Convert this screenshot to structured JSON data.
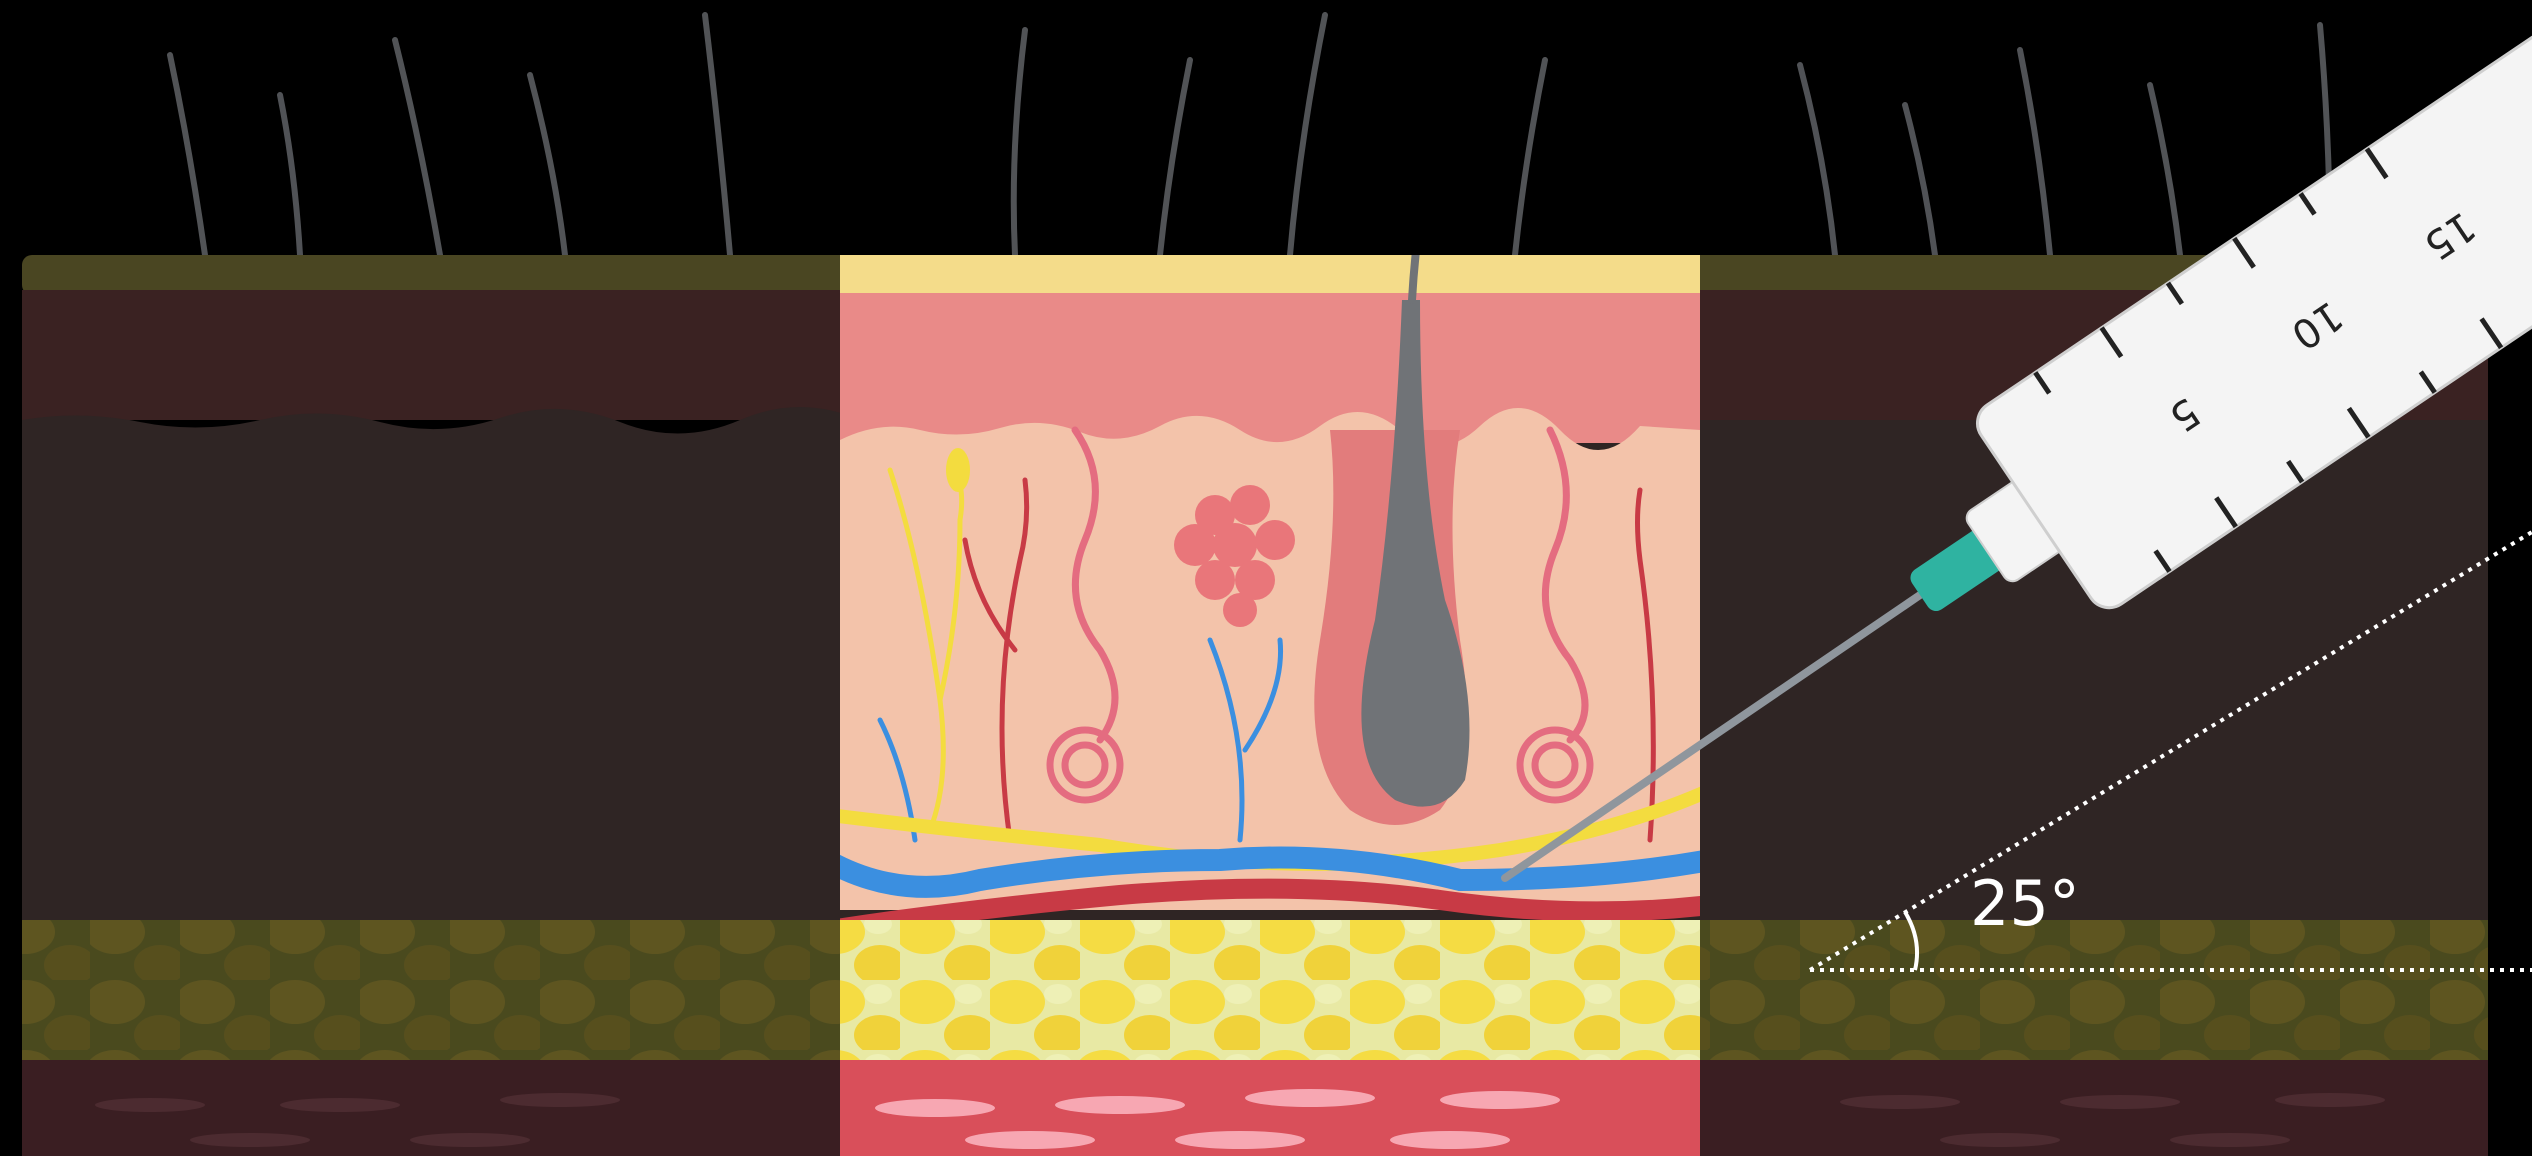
{
  "diagram": {
    "type": "injection-angle-illustration",
    "injection_angle_label": "25°",
    "injection_angle_deg": 25,
    "syringe_scale_labels": [
      "5",
      "10",
      "15"
    ],
    "colors": {
      "background": "#000000",
      "epidermis": "#f4dc8a",
      "dermis": "#e98a88",
      "papillary_dermis": "#f3c3aa",
      "subcutaneous_fat": "#f2e061",
      "muscle": "#d94f5a",
      "vein": "#3b8fe0",
      "artery": "#c83a45",
      "nerve": "#f3dc3f",
      "hair": "#6d6f73",
      "syringe_barrel": "#f4f4f4",
      "needle_hub": "#2fb3a1",
      "needle": "#8f969d",
      "angle_lines": "#ffffff"
    }
  }
}
